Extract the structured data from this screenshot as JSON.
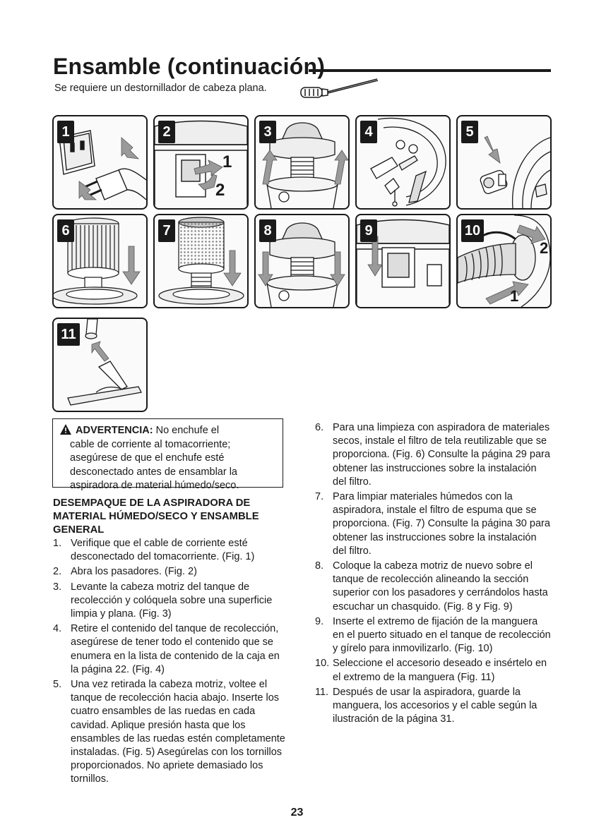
{
  "title": "Ensamble (continuación)",
  "subtitle": "Se requiere un destornillador de cabeza plana.",
  "figures": [
    {
      "num": "1",
      "callouts": []
    },
    {
      "num": "2",
      "callouts": [
        "1",
        "2"
      ]
    },
    {
      "num": "3",
      "callouts": []
    },
    {
      "num": "4",
      "callouts": []
    },
    {
      "num": "5",
      "callouts": []
    },
    {
      "num": "6",
      "callouts": []
    },
    {
      "num": "7",
      "callouts": []
    },
    {
      "num": "8",
      "callouts": []
    },
    {
      "num": "9",
      "callouts": []
    },
    {
      "num": "10",
      "callouts": [
        "2",
        "1"
      ]
    },
    {
      "num": "11",
      "callouts": []
    }
  ],
  "warning": {
    "head": "ADVERTENCIA:",
    "lead": "No enchufe el",
    "body": "cable de corriente al tomacorriente; asegúrese de que el enchufe esté desconectado antes de ensamblar la aspiradora de material húmedo/seco."
  },
  "section_heading": "DESEMPAQUE DE LA ASPIRADORA DE MATERIAL HÚMEDO/SECO Y ENSAMBLE GENERAL",
  "steps_left": [
    {
      "n": "1.",
      "text": "Verifique que el cable de corriente esté desconectado del tomacorriente. (Fig. 1)"
    },
    {
      "n": "2.",
      "text": "Abra los pasadores. (Fig. 2)"
    },
    {
      "n": "3.",
      "text": "Levante la cabeza motriz del tanque de recolección y colóquela sobre una superficie limpia y plana. (Fig. 3)"
    },
    {
      "n": "4.",
      "text": "Retire el contenido del tanque de recolección, asegúrese de tener todo el contenido que se enumera en la lista de contenido de la caja en la página 22. (Fig. 4)"
    },
    {
      "n": "5.",
      "text": "Una vez retirada la cabeza motriz, voltee el tanque de recolección hacia abajo. Inserte los cuatro ensambles de las ruedas en cada cavidad. Aplique presión hasta que los ensambles de las ruedas estén completamente instaladas. (Fig. 5) Asegúrelas con los tornillos proporcionados. No apriete demasiado los tornillos."
    }
  ],
  "steps_right": [
    {
      "n": "6.",
      "text": "Para una limpieza con aspiradora de materiales secos, instale el filtro de tela reutilizable que se proporciona. (Fig. 6) Consulte la página 29 para obtener las instrucciones sobre la instalación del filtro."
    },
    {
      "n": "7.",
      "text": "Para limpiar materiales húmedos con la aspiradora, instale el filtro de espuma que se proporciona. (Fig. 7) Consulte la página 30 para obtener las instrucciones sobre la instalación del filtro."
    },
    {
      "n": "8.",
      "text": "Coloque la cabeza motriz de nuevo sobre el tanque de recolección alineando la sección superior con los pasadores y cerrándolos hasta escuchar un chasquido. (Fig. 8 y Fig. 9)"
    },
    {
      "n": "9.",
      "text": "Inserte el extremo de fijación de la manguera en el puerto situado en el tanque de recolección y gírelo para inmovilizarlo. (Fig. 10)"
    },
    {
      "n": "10.",
      "text": "Seleccione el accesorio deseado e insértelo en el extremo de la manguera (Fig. 11)"
    },
    {
      "n": "11.",
      "text": "Después de usar la aspiradora, guarde la manguera, los accesorios y el cable según la ilustración de la página 31."
    }
  ],
  "page_number": "23"
}
